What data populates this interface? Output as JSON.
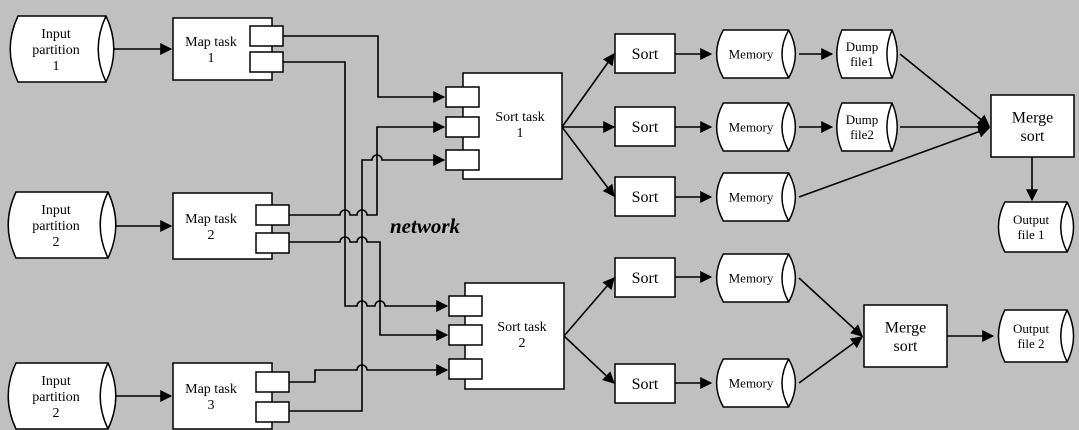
{
  "diagram": {
    "network_label": "network",
    "inputs": [
      {
        "lines": [
          "Input",
          "partition",
          "1"
        ]
      },
      {
        "lines": [
          "Input",
          "partition",
          "2"
        ]
      },
      {
        "lines": [
          "Input",
          "partition",
          "2"
        ]
      }
    ],
    "map_tasks": [
      {
        "lines": [
          "Map task",
          "1"
        ]
      },
      {
        "lines": [
          "Map task",
          "2"
        ]
      },
      {
        "lines": [
          "Map task",
          "3"
        ]
      }
    ],
    "sort_tasks": [
      {
        "lines": [
          "Sort task",
          "1"
        ]
      },
      {
        "lines": [
          "Sort task",
          "2"
        ]
      }
    ],
    "sorts": [
      "Sort",
      "Sort",
      "Sort",
      "Sort",
      "Sort"
    ],
    "memories": [
      "Memory",
      "Memory",
      "Memory",
      "Memory",
      "Memory"
    ],
    "dump_files": [
      {
        "lines": [
          "Dump",
          "file1"
        ]
      },
      {
        "lines": [
          "Dump",
          "file2"
        ]
      }
    ],
    "merge_sorts": [
      {
        "lines": [
          "Merge",
          "sort"
        ]
      },
      {
        "lines": [
          "Merge",
          "sort"
        ]
      }
    ],
    "outputs": [
      {
        "lines": [
          "Output",
          "file 1"
        ]
      },
      {
        "lines": [
          "Output",
          "file 2"
        ]
      }
    ],
    "edges": [
      [
        "input-1",
        "map-task-1"
      ],
      [
        "input-2",
        "map-task-2"
      ],
      [
        "input-3",
        "map-task-3"
      ],
      [
        "map-task-1",
        "sort-task-1"
      ],
      [
        "map-task-1",
        "sort-task-2"
      ],
      [
        "map-task-2",
        "sort-task-1"
      ],
      [
        "map-task-2",
        "sort-task-2"
      ],
      [
        "map-task-3",
        "sort-task-1"
      ],
      [
        "map-task-3",
        "sort-task-2"
      ],
      [
        "sort-task-1",
        "sort-1"
      ],
      [
        "sort-task-1",
        "sort-2"
      ],
      [
        "sort-task-1",
        "sort-3"
      ],
      [
        "sort-1",
        "memory-1"
      ],
      [
        "sort-2",
        "memory-2"
      ],
      [
        "sort-3",
        "memory-3"
      ],
      [
        "memory-1",
        "dump-file-1"
      ],
      [
        "memory-2",
        "dump-file-2"
      ],
      [
        "dump-file-1",
        "merge-sort-1"
      ],
      [
        "dump-file-2",
        "merge-sort-1"
      ],
      [
        "memory-3",
        "merge-sort-1"
      ],
      [
        "merge-sort-1",
        "output-file-1"
      ],
      [
        "sort-task-2",
        "sort-4"
      ],
      [
        "sort-task-2",
        "sort-5"
      ],
      [
        "sort-4",
        "memory-4"
      ],
      [
        "sort-5",
        "memory-5"
      ],
      [
        "memory-4",
        "merge-sort-2"
      ],
      [
        "memory-5",
        "merge-sort-2"
      ],
      [
        "merge-sort-2",
        "output-file-2"
      ]
    ]
  }
}
